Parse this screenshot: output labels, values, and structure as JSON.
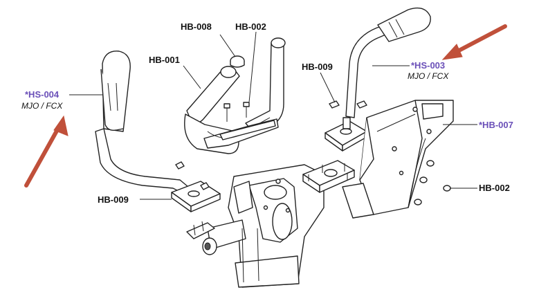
{
  "accent_color": "#6a4fb8",
  "arrow_color": "#c0503a",
  "labels": {
    "hb008": "HB-008",
    "hb002_top": "HB-002",
    "hb001": "HB-001",
    "hb009_top": "HB-009",
    "hs003": "*HS-003",
    "hs003_sub": "MJO / FCX",
    "hs004": "*HS-004",
    "hs004_sub": "MJO / FCX",
    "hb007": "*HB-007",
    "hb009_bottom": "HB-009",
    "hb002_right": "HB-002"
  }
}
